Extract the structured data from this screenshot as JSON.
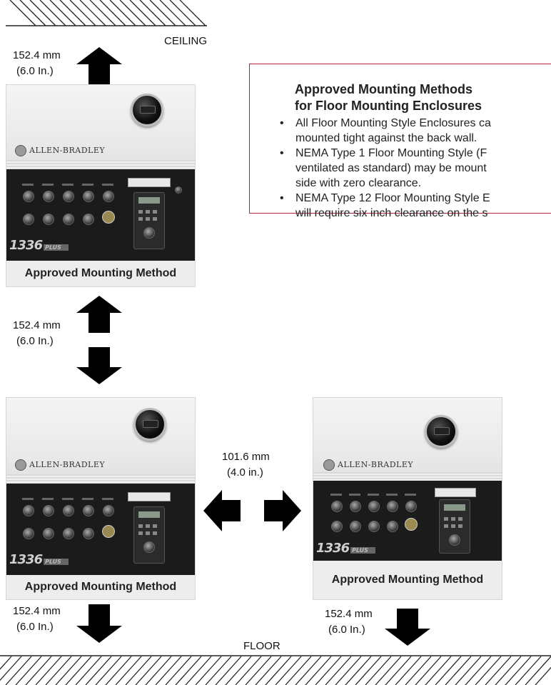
{
  "ceiling_label": "CEILING",
  "floor_label": "FLOOR",
  "top_clearance": {
    "mm": "152.4 mm",
    "in": "(6.0 In.)"
  },
  "middle_clearance": {
    "mm": "152.4 mm",
    "in": "(6.0 In.)"
  },
  "side_clearance": {
    "mm": "101.6 mm",
    "in": "(4.0 in.)"
  },
  "bottom_left_clearance": {
    "mm": "152.4 mm",
    "in": "(6.0 In.)"
  },
  "bottom_right_clearance": {
    "mm": "152.4 mm",
    "in": "(6.0 In.)"
  },
  "enclosures": [
    {
      "brand": "ALLEN-BRADLEY",
      "model": "1336",
      "model_suffix": "PLUS",
      "caption": "Approved Mounting Method"
    },
    {
      "brand": "ALLEN-BRADLEY",
      "model": "1336",
      "model_suffix": "PLUS",
      "caption": "Approved Mounting Method"
    },
    {
      "brand": "ALLEN-BRADLEY",
      "model": "1336",
      "model_suffix": "PLUS",
      "caption": "Approved Mounting Method"
    }
  ],
  "info": {
    "title_line1": "Approved Mounting Methods",
    "title_line2": "for Floor Mounting Enclosures",
    "bullets": [
      [
        "All Floor Mounting Style Enclosures ca",
        "mounted tight against the back wall."
      ],
      [
        "NEMA Type 1 Floor Mounting Style (F",
        "ventilated as standard) may be mount",
        "side with zero clearance."
      ],
      [
        "NEMA Type 12 Floor Mounting Style E",
        "will require six inch clearance on the s"
      ]
    ]
  },
  "colors": {
    "box_border": "#b3263a",
    "arrow": "#000000"
  }
}
